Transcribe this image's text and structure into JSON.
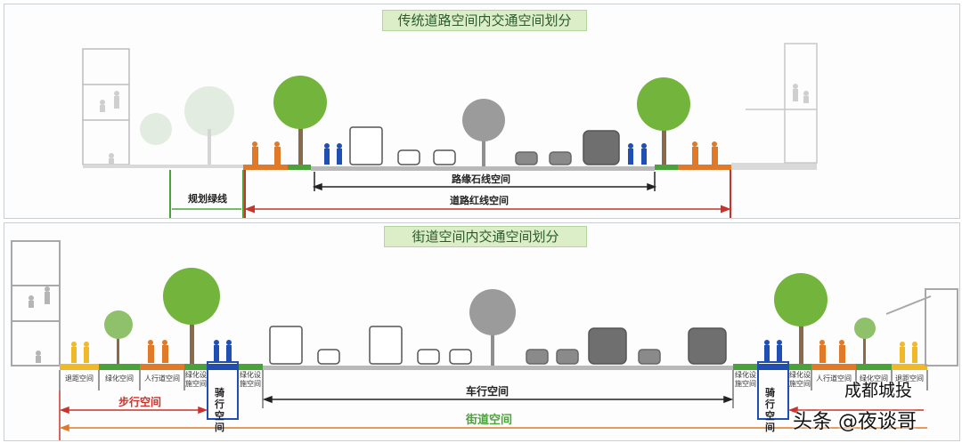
{
  "top": {
    "title": "传统道路空间内交通空间划分",
    "planned_green": "规划绿线",
    "curb_space": "路缘石线空间",
    "red_line_space": "道路红线空间"
  },
  "bottom": {
    "title": "街道空间内交通空间划分",
    "left_segments": [
      "退距空间",
      "绿化空间",
      "人行道空间",
      "绿化设施空间",
      "骑行空间",
      "绿化设施空间"
    ],
    "right_segments": [
      "绿化设施空间",
      "骑行空间",
      "绿化设施空间",
      "人行道空间",
      "绿化空间",
      "退距空间"
    ],
    "walking_space": "步行空间",
    "riding_space": "骑行空间",
    "vehicle_space": "车行空间",
    "street_space": "街道空间"
  },
  "watermark": {
    "text": "头条 @夜谈哥",
    "text2": "成都城投"
  },
  "colors": {
    "title_bg": "#dbeec8",
    "orange": "#e07a28",
    "green": "#4aa33a",
    "blue": "#1f4fb3",
    "yellow": "#f0b92a",
    "red": "#c8332b",
    "dark_red": "#b5221b"
  }
}
